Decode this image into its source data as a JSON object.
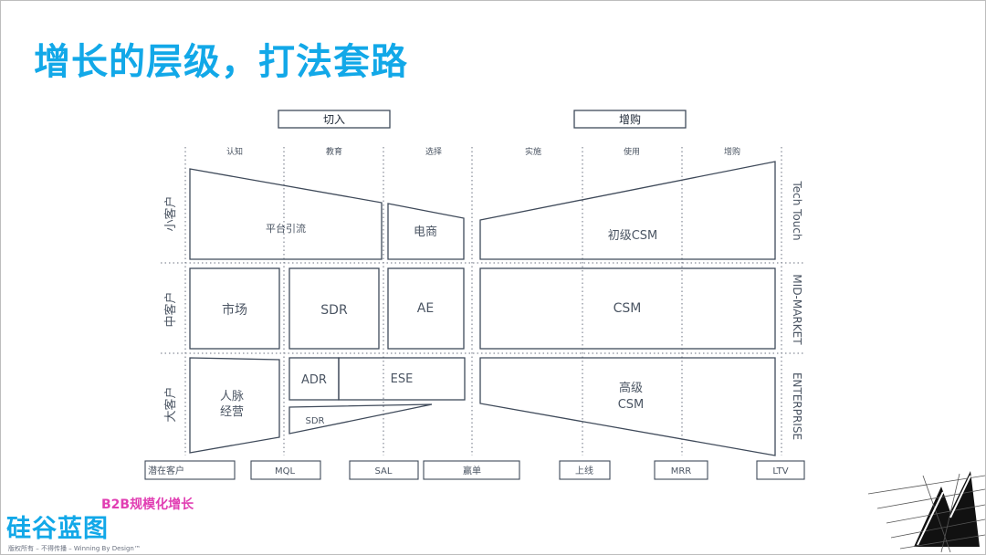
{
  "slide": {
    "title": "增长的层级，打法套路",
    "top_headers": {
      "acquire": "切入",
      "expand": "增购"
    },
    "stages": [
      "认知",
      "教育",
      "选择",
      "实施",
      "使用",
      "增购"
    ],
    "segments_left": [
      "小客户",
      "中客户",
      "大客户"
    ],
    "segments_right": [
      "Tech Touch",
      "MID-MARKET",
      "ENTERPRISE"
    ],
    "cells": {
      "platform": "平台引流",
      "ecommerce": "电商",
      "junior_csm": "初级CSM",
      "market": "市场",
      "sdr_mid": "SDR",
      "ae": "AE",
      "csm": "CSM",
      "network_l1": "人脉",
      "network_l2": "经营",
      "adr": "ADR",
      "ese": "ESE",
      "sdr_large": "SDR",
      "senior_l1": "高级",
      "senior_l2": "CSM"
    },
    "milestones": [
      "潜在客户",
      "MQL",
      "SAL",
      "赢单",
      "上线",
      "MRR",
      "LTV"
    ],
    "brand": {
      "subtitle": "B2B规模化增长",
      "name": "硅谷蓝图",
      "copyright": "版权所有 – 不得传播 – Winning By Design™"
    },
    "colors": {
      "title": "#12a8e8",
      "lines": "#3f4a5a",
      "brand_sub": "#e13fb3",
      "brand_main": "#12a8e8"
    }
  }
}
